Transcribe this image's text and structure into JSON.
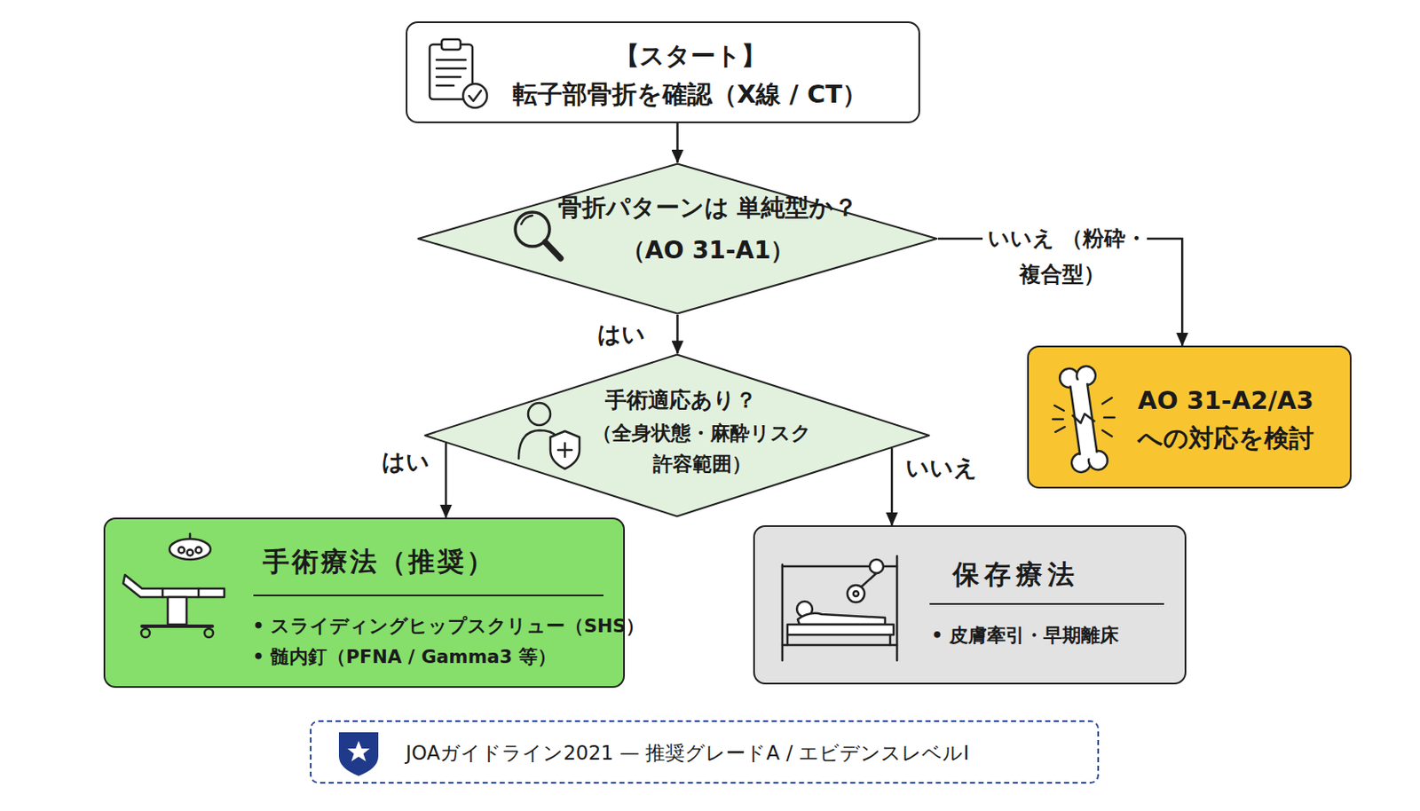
{
  "diagram": {
    "nodes": [
      {
        "text": [
          "【スタート】",
          "転子部骨折を確認（X線 / CT）"
        ]
      },
      {
        "text": [
          "骨折パターンは 単純型か？（AO 31-A1）"
        ]
      },
      {
        "text": [
          "手術適応あり？",
          "（全身状態・麻酔リスク 許容範囲）"
        ]
      },
      {
        "text": [
          "AO 31-A2/A3 への対応を検討"
        ]
      },
      {
        "text": [
          "手術療法（推奨）",
          "• スライディングヒップスクリュー（SHS）",
          "• 髄内釘（PFNA / Gamma3 等）"
        ]
      },
      {
        "text": [
          "保存療法",
          "• 皮膚牽引・早期離床"
        ]
      },
      {
        "text": [
          "JOAガイドライン2021 — 推奨グレードA / エビデンスレベルI"
        ]
      }
    ],
    "edges": [
      {
        "from": 0,
        "to": 1,
        "arrow": "to"
      },
      {
        "from": 1,
        "to": 2,
        "label": "はい",
        "arrow": "to"
      },
      {
        "from": 1,
        "to": 3,
        "label": "いいえ （粉砕・複合型）",
        "arrow": "to"
      },
      {
        "from": 2,
        "to": 4,
        "label": "はい",
        "arrow": "to"
      },
      {
        "from": 2,
        "to": 5,
        "label": "いいえ",
        "arrow": "to"
      }
    ]
  }
}
